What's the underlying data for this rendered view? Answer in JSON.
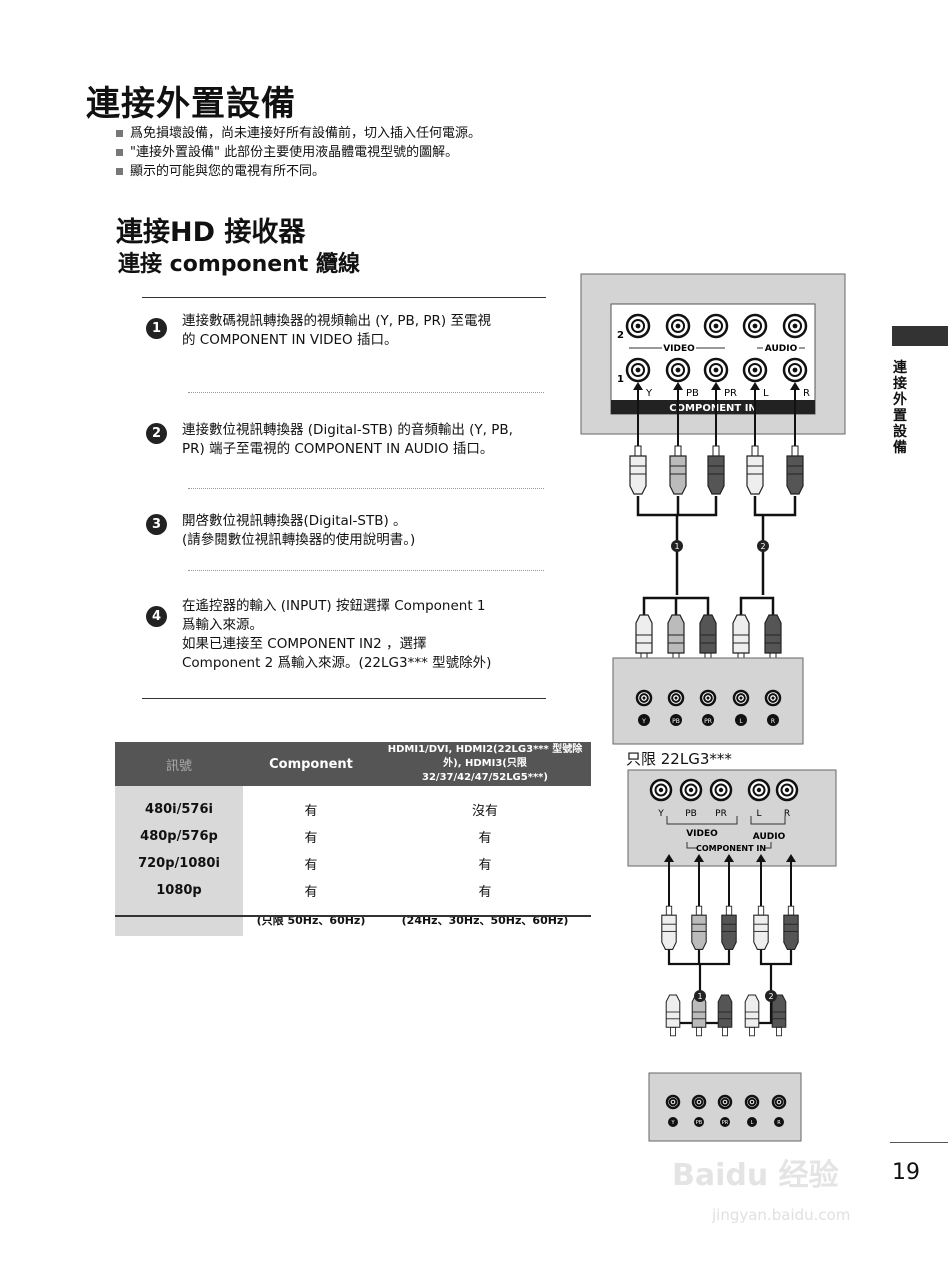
{
  "page": {
    "title": "連接外置設備",
    "bullets": [
      "爲免損壞設備，尚未連接好所有設備前，切入插入任何電源。",
      "\"連接外置設備\" 此部份主要使用液晶體電視型號的圖解。",
      "顯示的可能與您的電視有所不同。"
    ],
    "section_title": "連接HD 接收器",
    "section_subtitle": "連接 component 纜線",
    "side_tab_text": "連接外置設備",
    "page_number": "19"
  },
  "steps": [
    {
      "num": "1",
      "lines": [
        "連接數碼視訊轉換器的視頻輸出 (Y, PB, PR) 至電視",
        "的 COMPONENT IN VIDEO 插口。"
      ]
    },
    {
      "num": "2",
      "lines": [
        "連接數位視訊轉換器 (Digital-STB) 的音頻輸出 (Y, PB,",
        "PR) 端子至電視的 COMPONENT IN AUDIO 插口。"
      ]
    },
    {
      "num": "3",
      "lines": [
        "開啓數位視訊轉換器(Digital-STB) 。",
        "(請參閱數位視訊轉換器的使用說明書。)"
      ]
    },
    {
      "num": "4",
      "lines": [
        "在遙控器的輸入 (INPUT) 按鈕選擇 Component 1",
        "爲輸入來源。",
        "如果已連接至 COMPONENT IN2 ，選擇",
        "Component 2 爲輸入來源。(22LG3*** 型號除外)"
      ]
    }
  ],
  "signal_table": {
    "headers": [
      "訊號",
      "Component",
      "HDMI1/DVI, HDMI2(22LG3*** 型號除外), HDMI3(只限 32/37/42/47/52LG5***)"
    ],
    "rows": [
      [
        "480i/576i",
        "有",
        "沒有"
      ],
      [
        "480p/576p",
        "有",
        "有"
      ],
      [
        "720p/1080i",
        "有",
        "有"
      ],
      [
        "1080p",
        "有",
        "有"
      ],
      [
        "",
        "(只限 50Hz、60Hz)",
        "(24Hz、30Hz、50Hz、60Hz)"
      ]
    ]
  },
  "diagram1": {
    "row_labels": [
      "2",
      "1"
    ],
    "jack_labels": [
      "Y",
      "PB",
      "PR",
      "L",
      "R"
    ],
    "group_video": "VIDEO",
    "group_audio": "AUDIO",
    "panel_label": "COMPONENT IN",
    "markers": [
      "1",
      "2"
    ]
  },
  "diagram2": {
    "caption": "只限 22LG3***",
    "jack_labels": [
      "Y",
      "PB",
      "PR",
      "L",
      "R"
    ],
    "group_video": "VIDEO",
    "group_audio": "AUDIO",
    "panel_label": "COMPONENT IN",
    "markers": [
      "1",
      "2"
    ]
  },
  "stb_jack_labels": [
    "Y",
    "PB",
    "PR",
    "L",
    "R"
  ],
  "watermark": {
    "brand": "Baidu 经验",
    "url": "jingyan.baidu.com"
  },
  "colors": {
    "dark_gray": "#333333",
    "panel_gray": "#d4d4d4",
    "table_header": "#555555"
  }
}
